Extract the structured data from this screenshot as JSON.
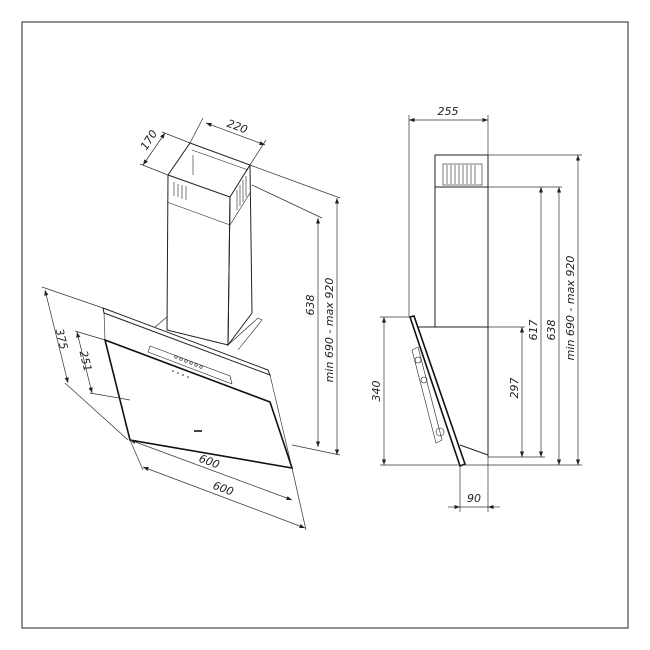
{
  "perspective_view": {
    "width_top": "220",
    "depth_top": "170",
    "chimney_height": "638",
    "overall_height": "min 690  -  max 920",
    "panel_height_outer": "375",
    "panel_height_inner": "251",
    "width_inner": "600",
    "width_outer": "600"
  },
  "side_view": {
    "depth_total": "255",
    "height_340": "340",
    "height_297": "297",
    "height_617": "617",
    "height_638": "638",
    "overall_height": "min 690  -  max 920",
    "offset_bottom": "90"
  }
}
